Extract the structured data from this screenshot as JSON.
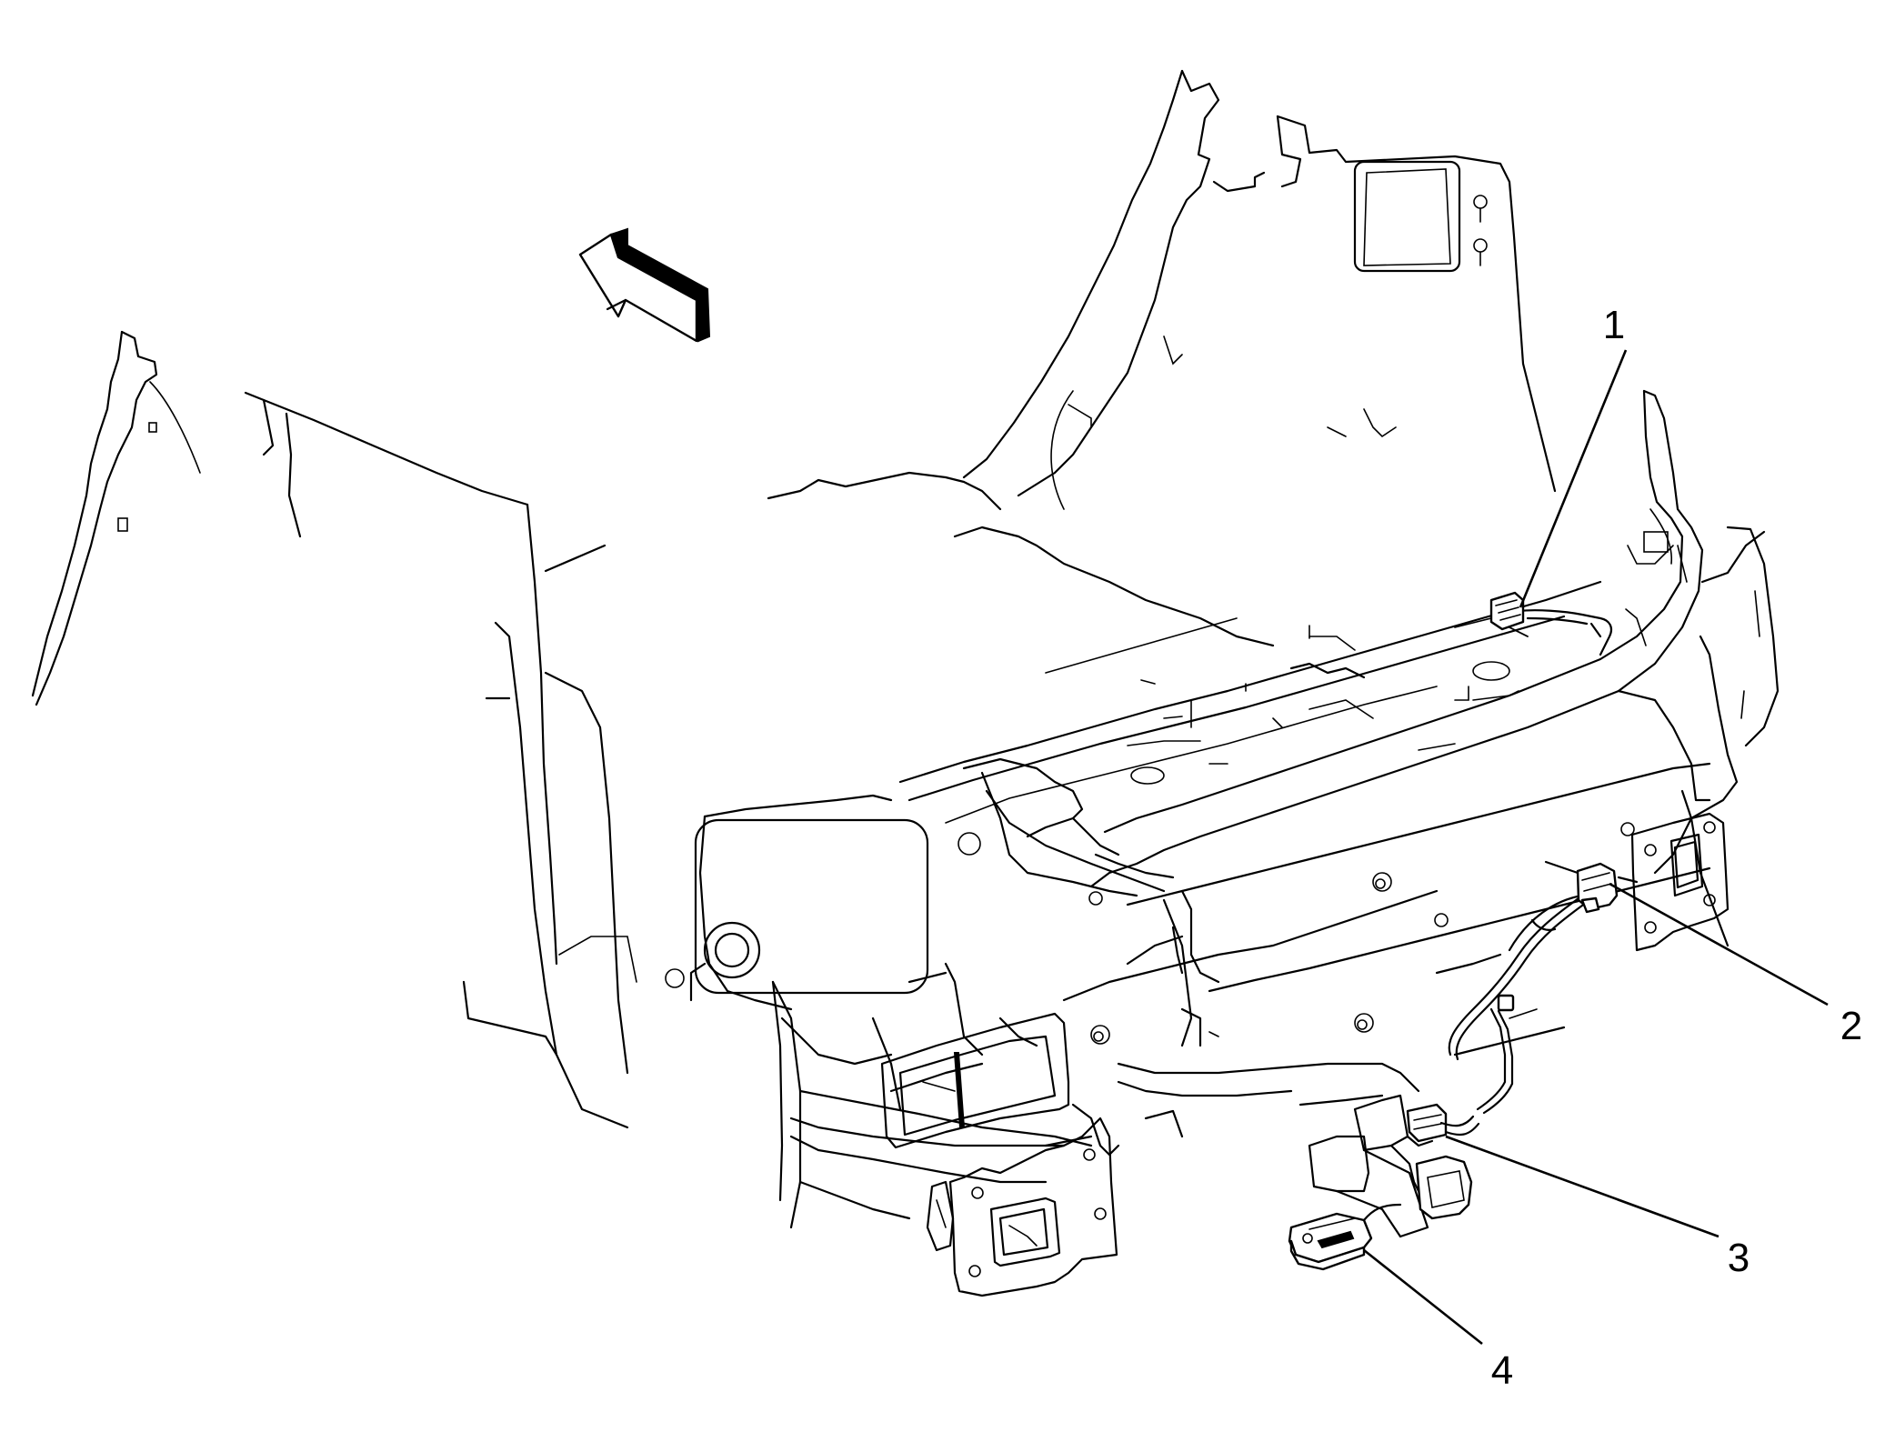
{
  "callouts": [
    {
      "label": "1"
    },
    {
      "label": "2"
    },
    {
      "label": "3"
    },
    {
      "label": "4"
    }
  ],
  "icons": {
    "direction_arrow": "forward-arrow-icon"
  }
}
